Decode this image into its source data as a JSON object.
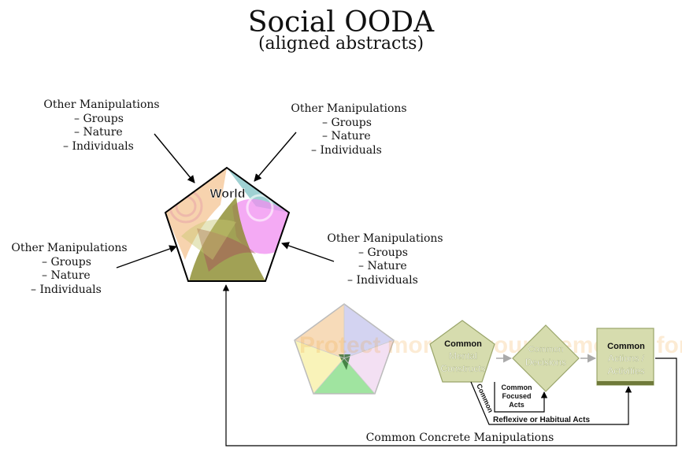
{
  "title": "Social OODA",
  "subtitle": "(aligned abstracts)",
  "manipulation_blocks": [
    {
      "heading": "Other Manipulations",
      "items": [
        "– Groups",
        "– Nature",
        "– Individuals"
      ]
    },
    {
      "heading": "Other Manipulations",
      "items": [
        "– Groups",
        "– Nature",
        "– Individuals"
      ]
    },
    {
      "heading": "Other Manipulations",
      "items": [
        "– Groups",
        "– Nature",
        "– Individuals"
      ]
    },
    {
      "heading": "Other Manipulations",
      "items": [
        "– Groups",
        "– Nature",
        "– Individuals"
      ]
    }
  ],
  "world_label": "World",
  "watermark": "Protect more of your memories for less!",
  "nodes": {
    "mental_constructs": {
      "top": "Common",
      "lines": [
        "Mental",
        "Constructs"
      ]
    },
    "decisions": {
      "top": "Common",
      "lines": [
        "Decisions"
      ]
    },
    "actions": {
      "top": "Common",
      "lines": [
        "Actions /",
        "Activities"
      ]
    }
  },
  "edge_labels": {
    "focused": [
      "Common",
      "Focused",
      "Acts"
    ],
    "common_diag": "Common",
    "reflexive": "Reflexive or Habitual Acts",
    "concrete": "Common Concrete Manipulations"
  },
  "colors": {
    "node_fill": "#d6dcae",
    "node_stroke": "#9aa56a",
    "node_text": "#ffffff",
    "world_teal": "#7fc2c4",
    "world_pink": "#f08ef0",
    "world_olive": "#8a8a2a",
    "world_peach": "#f5c89a"
  }
}
